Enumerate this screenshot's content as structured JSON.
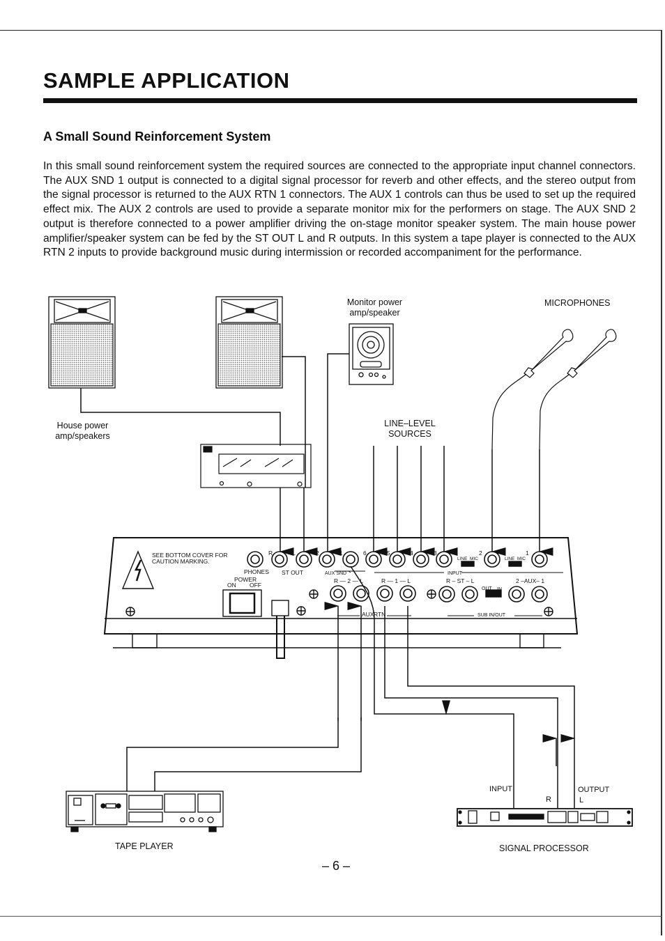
{
  "heading": "SAMPLE APPLICATION",
  "subheading": "A Small Sound Reinforcement System",
  "paragraph": "In this small sound reinforcement system the required sources are connected to the appropriate input channel connectors. The AUX SND 1 output is connected to a digital signal processor for reverb and other effects, and the stereo output from the signal processor is returned to the AUX RTN 1 connectors. The AUX 1 controls can thus be used to set up the required effect mix. The AUX 2 controls are used to provide a separate monitor mix for the performers on stage. The AUX SND 2 output is therefore connected to a power amplifier driving the on-stage monitor speaker system. The main house power amplifier/speaker system can be fed by the ST OUT L and R outputs. In this system a tape player is connected to the AUX RTN 2 inputs to provide background music during intermission or recorded accompaniment for the performance.",
  "diagram": {
    "monitor_label": "Monitor power amp/speaker",
    "microphones_label": "MICROPHONES",
    "house_label": "House power amp/speakers",
    "line_level_label": "LINE–LEVEL SOURCES",
    "tape_label": "TAPE PLAYER",
    "processor_label": "SIGNAL PROCESSOR",
    "processor_input": "INPUT",
    "processor_output": "OUTPUT",
    "processor_r": "R",
    "processor_l": "L",
    "caution": "SEE BOTTOM COVER FOR CAUTION MARKING.",
    "phones": "PHONES",
    "st_out": "ST OUT",
    "aux_snd": "AUX SND",
    "input": "INPUT",
    "power": "POWER",
    "on": "ON",
    "off": "OFF",
    "r2l": "R — 2 — L",
    "r1l": "R — 1 — L",
    "rstl": "R – ST – L",
    "aux2_1": "2 –AUX– 1",
    "sub_inout": "SUB IN/OUT",
    "aux_rtn_a": "AUX",
    "aux_rtn_b": "RTN",
    "out": "OUT",
    "in": "IN",
    "line": "LINE",
    "mic": "MIC",
    "jack_r": "R",
    "jack_l": "L",
    "jack_2": "2",
    "jack_1": "1",
    "jack_6": "6",
    "jack_5": "5",
    "jack_4": "4",
    "jack_3": "3"
  },
  "page_number": "– 6 –"
}
